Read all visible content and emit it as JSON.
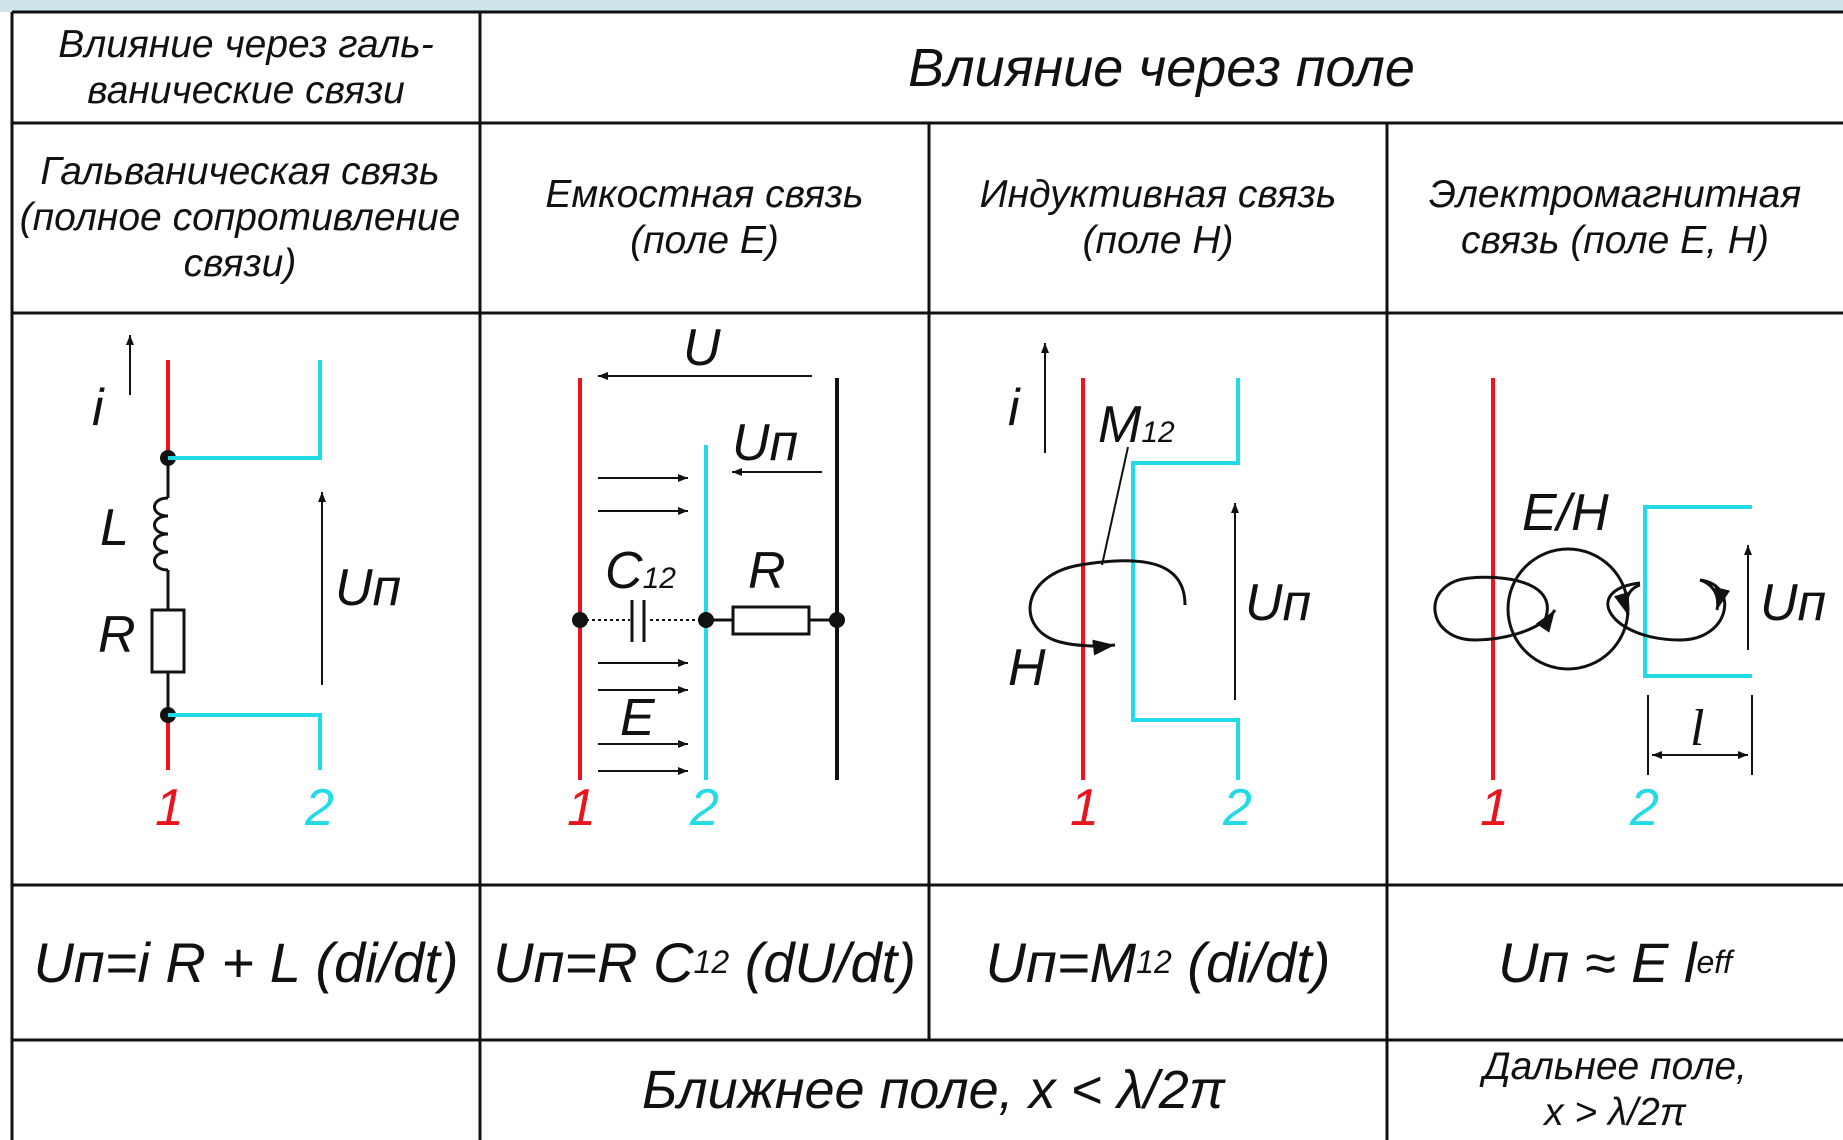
{
  "headers": {
    "galvanic_group": "Влияние через галь-ванические связи",
    "field_group": "Влияние через поле",
    "galvanic": "Гальваническая связь (полное сопротивление связи)",
    "capacitive": "Емкостная связь (поле E)",
    "inductive": "Индуктивная связь (поле H)",
    "electromagnetic": "Электромагнитная связь (поле E, H)"
  },
  "diagrams": {
    "galvanic": {
      "current": "i",
      "inductor": "L",
      "resistor": "R",
      "voltage": "Uп",
      "line1": "1",
      "line2": "2"
    },
    "capacitive": {
      "voltage_u": "U",
      "voltage_up": "Uп",
      "capacitor": "C",
      "capacitor_sub": "12",
      "resistor": "R",
      "field": "E",
      "line1": "1",
      "line2": "2"
    },
    "inductive": {
      "current": "i",
      "mutual": "M",
      "mutual_sub": "12",
      "field": "H",
      "voltage": "Uп",
      "line1": "1",
      "line2": "2"
    },
    "electromagnetic": {
      "field": "E/H",
      "voltage": "Uп",
      "length": "l",
      "line1": "1",
      "line2": "2"
    }
  },
  "formulas": {
    "galvanic": "Uп=i R + L (di/dt)",
    "capacitive_a": "Uп=R C",
    "capacitive_sub": "12",
    "capacitive_b": " (dU/dt)",
    "inductive_a": "Uп=M",
    "inductive_sub": "12",
    "inductive_b": " (di/dt)",
    "electromagnetic_a": "Uп ≈ E l",
    "electromagnetic_sub": "eff"
  },
  "footer": {
    "galvanic": "",
    "near_field": "Ближнее поле, x < λ/2π",
    "far_field_line1": "Дальнее поле,",
    "far_field_line2": "x > λ/2π"
  },
  "colors": {
    "line1": "#e8141e",
    "line2": "#22dbe6",
    "grid": "#111111"
  }
}
